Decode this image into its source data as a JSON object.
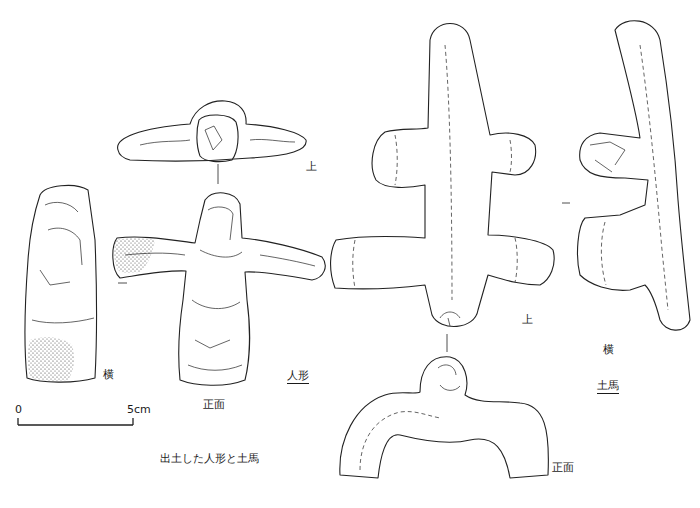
{
  "diagram": {
    "caption": "出土した人形と土馬",
    "labels": [
      "上",
      "横",
      "正面",
      "人形",
      "0",
      "5cm",
      "上",
      "横",
      "土馬",
      "正面"
    ]
  }
}
